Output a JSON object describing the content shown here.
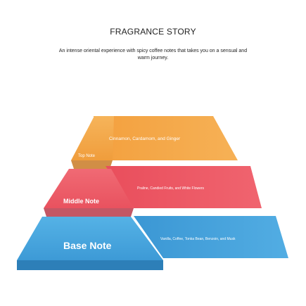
{
  "header": {
    "title": "FRAGRANCE STORY",
    "description": "An intense oriental experience with spicy coffee notes that takes you on a sensual and warm journey."
  },
  "notes": {
    "top": {
      "label": "Top Note",
      "ingredients": "Cinnamon, Cardamom, and Ginger"
    },
    "middle": {
      "label": "Middle Note",
      "ingredients": "Praline, Candied Fruits, and White Flowers"
    },
    "base": {
      "label": "Base Note",
      "ingredients": "Vanilla, Coffee, Tonka Bean, Benzoin, and Musk"
    }
  },
  "colors": {
    "top": "#f4a94a",
    "middle": "#ee5a6a",
    "base": "#4aa7e0"
  }
}
